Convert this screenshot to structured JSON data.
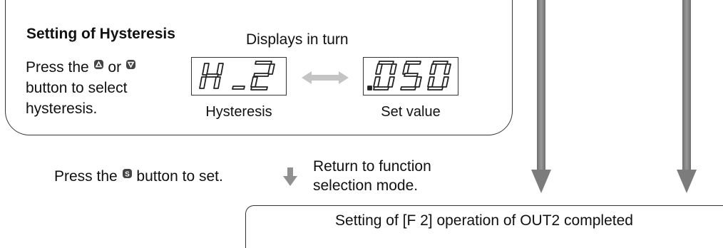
{
  "panel": {
    "title": "Setting of Hysteresis",
    "displays_caption": "Displays in turn",
    "instruction_pre": "Press the",
    "instruction_or": "or",
    "instruction_line2": "button to select",
    "instruction_line3": "hysteresis.",
    "left_display": {
      "text": "H_2",
      "caption": "Hysteresis"
    },
    "right_display": {
      "text": ".050",
      "caption": "Set value"
    }
  },
  "step": {
    "press_pre": "Press the",
    "press_post": "button to set.",
    "return_line1": "Return to function",
    "return_line2": "selection mode."
  },
  "completed": {
    "label": "Setting of [F 2] operation of OUT2 completed"
  },
  "colors": {
    "arrow": "#808080",
    "border": "#333333",
    "icon_fill": "#444444"
  },
  "icons": [
    "up-button-icon",
    "down-button-icon",
    "s-button-icon",
    "double-arrow-icon",
    "down-arrow-icon"
  ]
}
